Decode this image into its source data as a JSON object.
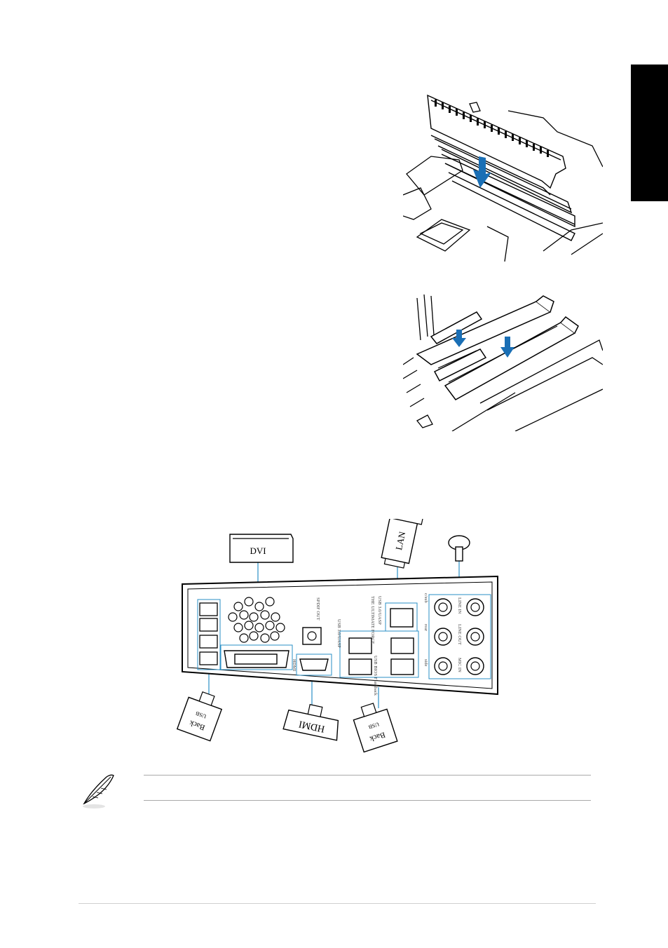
{
  "labels": {
    "dvi_cap": "DVI",
    "lan_cap": "LAN",
    "hdmi_cap": "HDMI",
    "usb_cap_1": "USB",
    "back_cap_1": "Back",
    "usb_cap_2": "USB",
    "back_cap_2": "Back",
    "panel_hdmi": "HDMI",
    "panel_spdif": "SPDIF OUT",
    "panel_usb_uasp_1": "USB 3.0/UASP",
    "panel_usb_uasp_2": "USB 3.0/UASP",
    "panel_ultimate_force": "THE ULTIMATE FORCE",
    "panel_usb_bios": "USB BIOS Flashback",
    "panel_csub": "c/sub",
    "panel_rear": "rear",
    "panel_side": "side",
    "panel_line_in": "LINE IN",
    "panel_line_out": "LINE OUT",
    "panel_mic_in": "MIC IN"
  },
  "colors": {
    "callout_blue": "#2a8fc6",
    "arrow_blue": "#1a6fb5",
    "side_tab": "#000000"
  },
  "icons": {
    "note": "feather-quill-icon"
  }
}
